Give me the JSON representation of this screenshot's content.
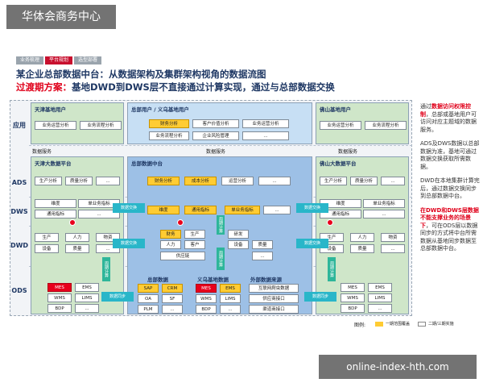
{
  "watermark_top": "华体会商务中心",
  "watermark_bottom": "online-index-hth.com",
  "nav": [
    "业务梳理",
    "平台规划",
    "选型部署"
  ],
  "title_line1": "某企业总部数据中台：从数据架构及集群架构视角的数据流图",
  "title_line2_red": "过渡期方案：",
  "title_line2_rest": "基地DWD到DWS层不直接通过计算实现，通过与总部数据交换",
  "rows": [
    "应用",
    "ADS",
    "DWS",
    "DWD",
    "ODS"
  ],
  "app": {
    "tianjin_title": "天津基地用户",
    "tianjin_items": [
      "业务运营分析",
      "业务流程分析"
    ],
    "hq_title": "总部用户 / 义乌基地用户",
    "hq_items": [
      "财务分析",
      "客户价值分析",
      "业务运营分析",
      "业务流程分析",
      "企业风险管理",
      "..."
    ],
    "foshan_title": "佛山基地用户",
    "foshan_items": [
      "业务运营分析",
      "业务流程分析"
    ]
  },
  "data_service": "数据服务",
  "tianjin_platform": "天津大数据平台",
  "hq_platform": "总部数据中台",
  "foshan_platform": "佛山大数据平台",
  "ads": {
    "left": [
      "生产分析",
      "质量分析"
    ],
    "hq": [
      "财务分析",
      "成本分析",
      "运营分析",
      "..."
    ],
    "right": [
      "生产分析",
      "质量分析"
    ]
  },
  "dws": {
    "left": [
      "维度",
      "单业务指标",
      "通用指标",
      "..."
    ],
    "hq": [
      "维度",
      "通用指标",
      "单业务指标",
      "..."
    ],
    "right": [
      "维度",
      "单业务指标",
      "通用指标",
      "..."
    ],
    "exchange": "数据交换"
  },
  "dwd": {
    "left": [
      "生产",
      "人力",
      "物资",
      "设备",
      "质量",
      "..."
    ],
    "hq": [
      "财务",
      "生产",
      "研发",
      "人力",
      "客户",
      "设备",
      "质量",
      "供应链",
      "..."
    ],
    "right": [
      "生产",
      "人力",
      "物资",
      "设备",
      "质量",
      "..."
    ],
    "exchange": "数据交换",
    "calc": "周期计算",
    "calc2": "周期计算"
  },
  "ods": {
    "left": [
      "MES",
      "EMS",
      "WMS",
      "LIMS",
      "BDP",
      "..."
    ],
    "sync": "数据同步",
    "hq_title": "总部数据",
    "hq": [
      "SAP",
      "CRM",
      "OA",
      "SF",
      "PLM",
      "..."
    ],
    "yiwu_title": "义乌基地数据",
    "yiwu": [
      "MES",
      "EMS",
      "WMS",
      "LIMS",
      "BDP",
      "..."
    ],
    "ext_title": "外部数据来源",
    "ext": [
      "互联网爬虫数据",
      "供应商接口",
      "渠道商接口"
    ],
    "right": [
      "MES",
      "EMS",
      "WMS",
      "LIMS",
      "BDP",
      "..."
    ]
  },
  "legend": {
    "label": "图例:",
    "phase1": "一期范围覆盖",
    "phase2": "二期/三期实施"
  },
  "side": {
    "p1_a": "通过",
    "p1_red": "数据访问权限控制",
    "p1_b": "，总部或基地用户可访问对应主题域的数据服务。",
    "p2": "ADS及DWS数据以总部数据为准，基地可通过数据交换获取所需数据。",
    "p3": "DWD在本地集群计算完后，通过数据交换同步到总部数据中台。",
    "p4_red": "在DWD和DWS层数据不能支撑业务的场景下",
    "p4_b": "，可在ODS层以数据同步的方式将中台所需数据从基地同步数据至总部数据中台。"
  },
  "colors": {
    "red": "#e0001a",
    "navy": "#1f3864",
    "yellow": "#ffcc33",
    "teal": "#29b6c9"
  }
}
